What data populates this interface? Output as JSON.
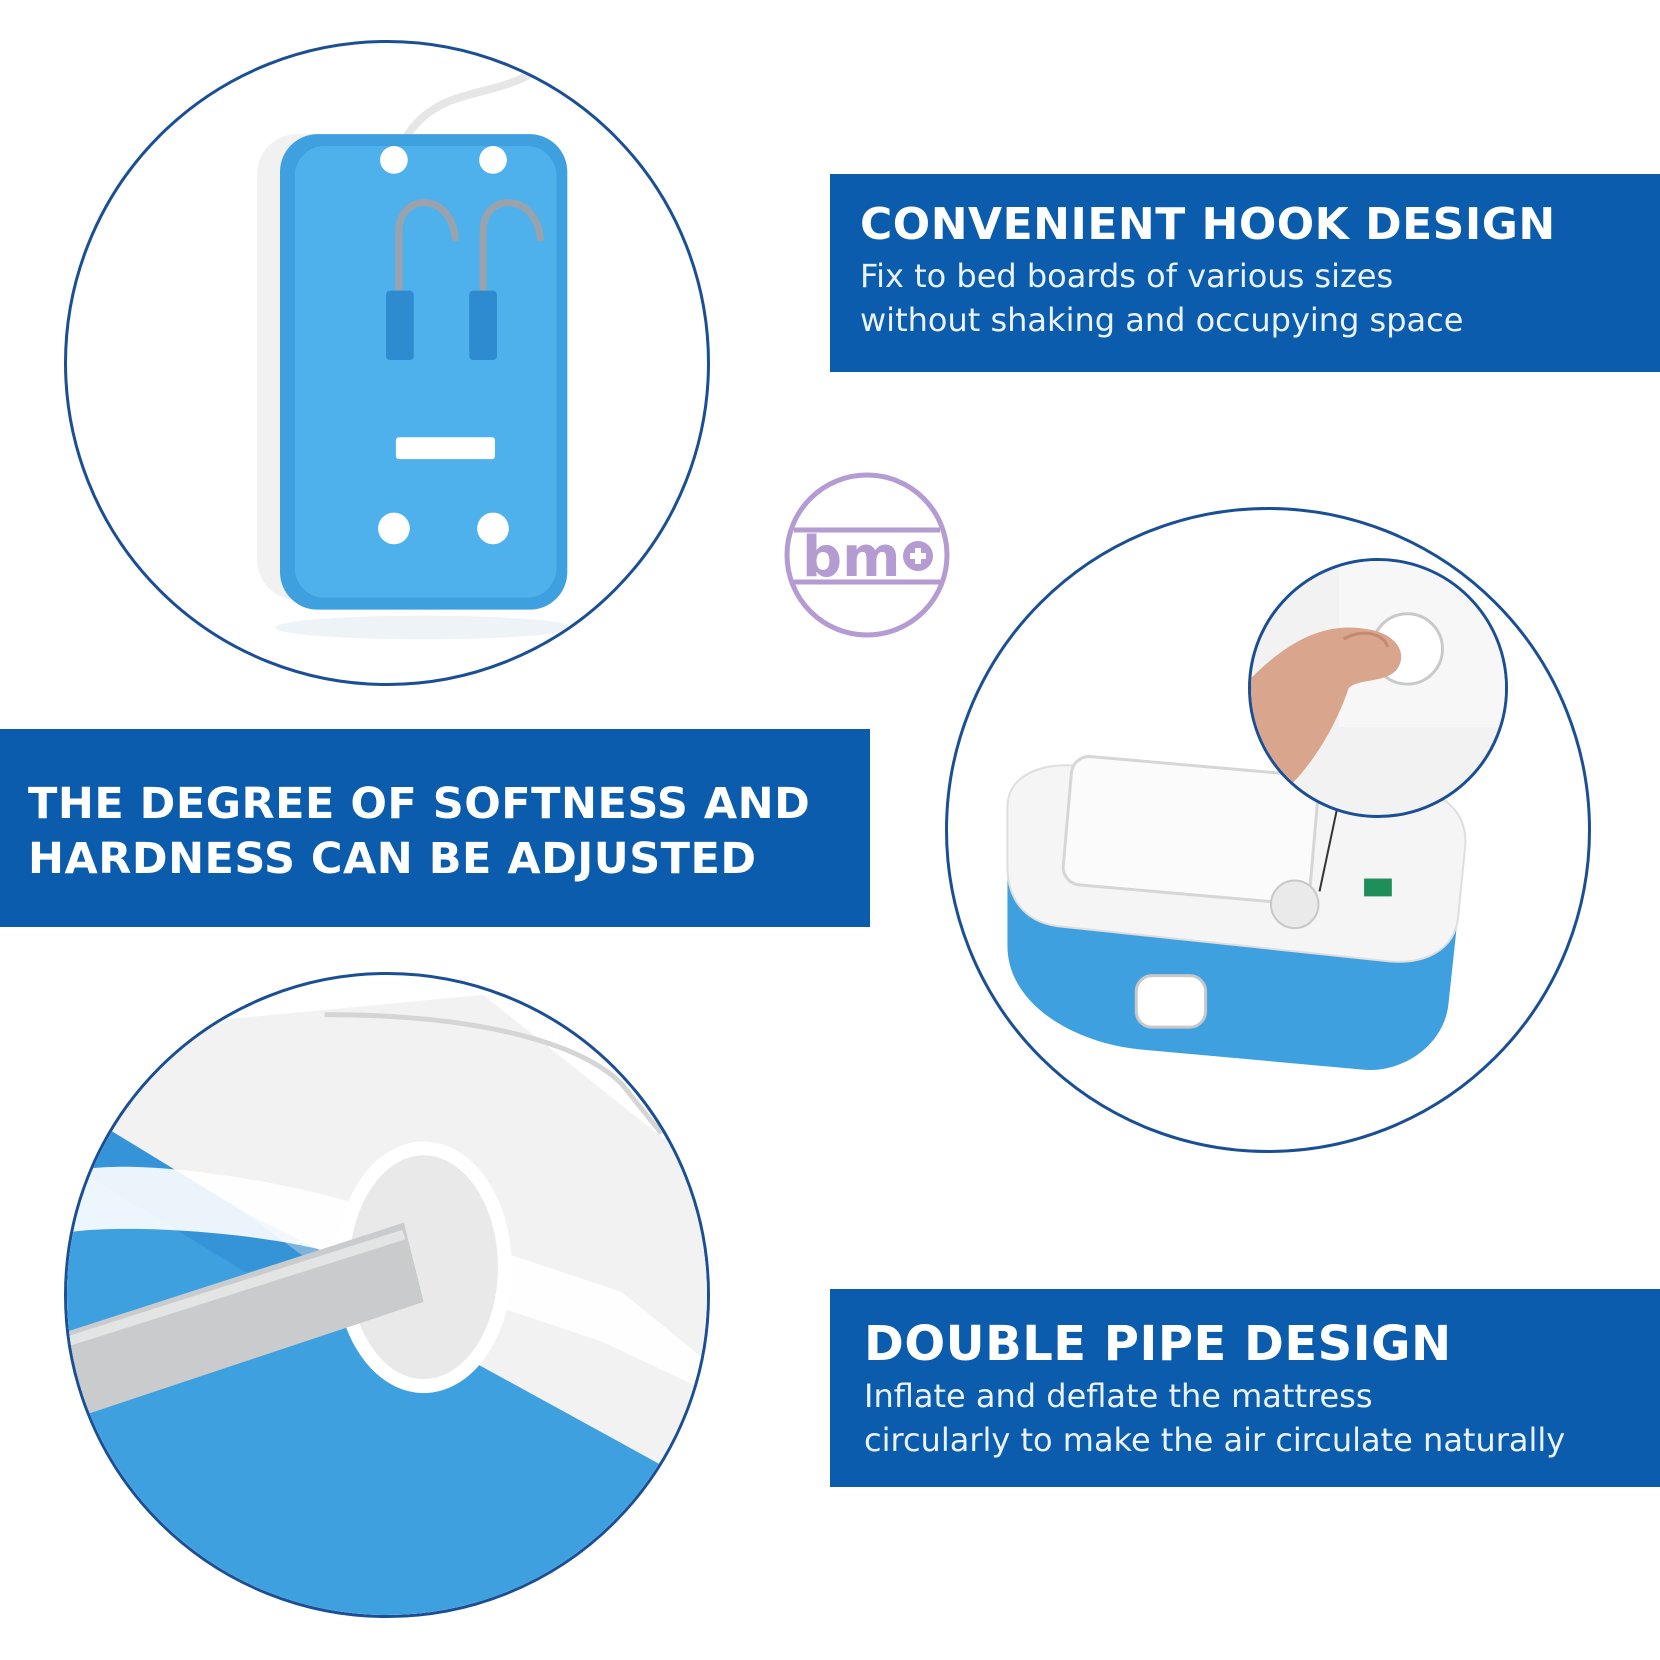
{
  "logo": {
    "text": "bm",
    "icon": "plus-icon",
    "color": "#b49bd2"
  },
  "colors": {
    "banner": "#0b5cad",
    "device_blue": "#3fa0e0",
    "device_white": "#f4f4f4",
    "circle_border": "#1b4f95"
  },
  "sections": {
    "hook": {
      "title": "CONVENIENT HOOK DESIGN",
      "line1": "Fix to bed boards of various sizes",
      "line2": "without shaking and occupying space"
    },
    "softness": {
      "line1": "THE DEGREE OF SOFTNESS AND",
      "line2": "HARDNESS CAN BE ADJUSTED"
    },
    "pipe": {
      "title": "DOUBLE PIPE DESIGN",
      "line1": "Inflate and deflate the mattress",
      "line2": "circularly to make the air circulate naturally"
    }
  },
  "images": {
    "hook": "pump-back-with-hooks-image",
    "knob": "pump-with-adjustment-knob-image",
    "zoom": "hand-turning-knob-image",
    "pipe": "double-pipe-outlet-image"
  }
}
